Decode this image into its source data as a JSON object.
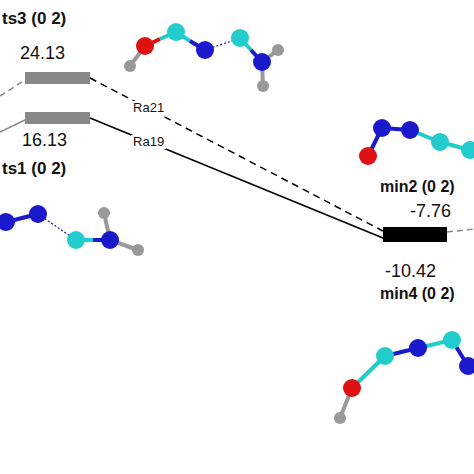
{
  "diagram": {
    "nodes": [
      {
        "text": [
          "ts3 (0 2)",
          "24.13"
        ]
      },
      {
        "text": [
          "16.13",
          "ts1 (0 2)"
        ]
      },
      {
        "text": [
          "min2 (0 2)",
          "-7.76"
        ]
      },
      {
        "text": [
          "-10.42",
          "min4 (0 2)"
        ]
      }
    ],
    "edges": [
      {
        "from": 0,
        "to": 2,
        "arrow": "none",
        "label": "Ra21"
      },
      {
        "from": 1,
        "to": 3,
        "arrow": "none",
        "label": "Ra19"
      }
    ]
  }
}
